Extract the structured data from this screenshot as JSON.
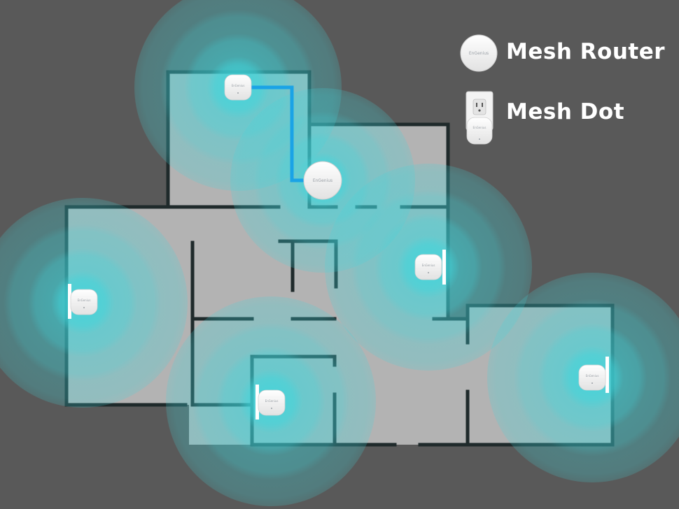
{
  "legend": {
    "router_label": "Mesh Router",
    "dot_label": "Mesh Dot"
  },
  "device": {
    "brand_mark": "EnGenius"
  },
  "colors": {
    "background": "#595959",
    "floor": "#b3b3b3",
    "wall": "#1f2a2b",
    "coverage": "#3fd6dc",
    "backhaul_link": "#1aa3e6",
    "device_body": "#f4f4f4"
  },
  "nodes": [
    {
      "role": "dot",
      "room": "top-left bedroom"
    },
    {
      "role": "router",
      "room": "upper-right room"
    },
    {
      "role": "dot",
      "room": "left room"
    },
    {
      "role": "dot",
      "room": "center hallway"
    },
    {
      "role": "dot",
      "room": "bottom closet"
    },
    {
      "role": "dot",
      "room": "right room"
    }
  ]
}
